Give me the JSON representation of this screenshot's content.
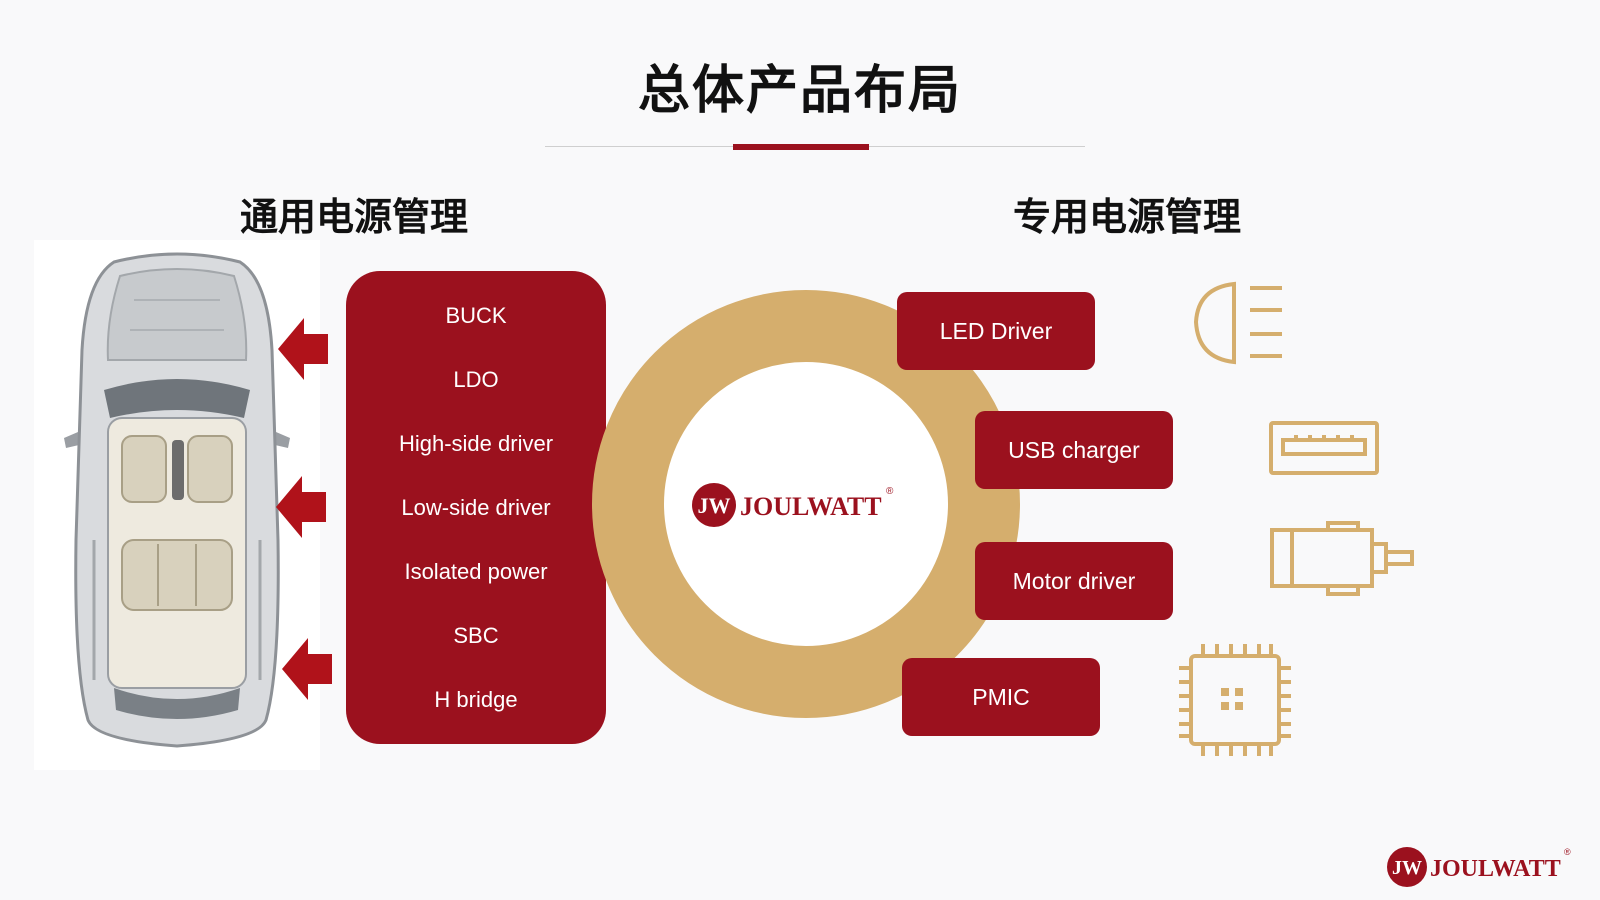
{
  "title": "总体产品布局",
  "left_heading": "通用电源管理",
  "right_heading": "专用电源管理",
  "general_items": [
    "BUCK",
    "LDO",
    "High-side driver",
    "Low-side driver",
    "Isolated power",
    "SBC",
    "H bridge"
  ],
  "special_items": [
    "LED Driver",
    "USB charger",
    "Motor driver",
    "PMIC"
  ],
  "special_icons": [
    "headlight-icon",
    "usb-port-icon",
    "motor-icon",
    "chip-icon"
  ],
  "brand": {
    "name": "JOULWATT",
    "monogram": "JW",
    "reg": "®"
  },
  "colors": {
    "accent_red": "#9b111e",
    "gold": "#d5ae6d"
  }
}
